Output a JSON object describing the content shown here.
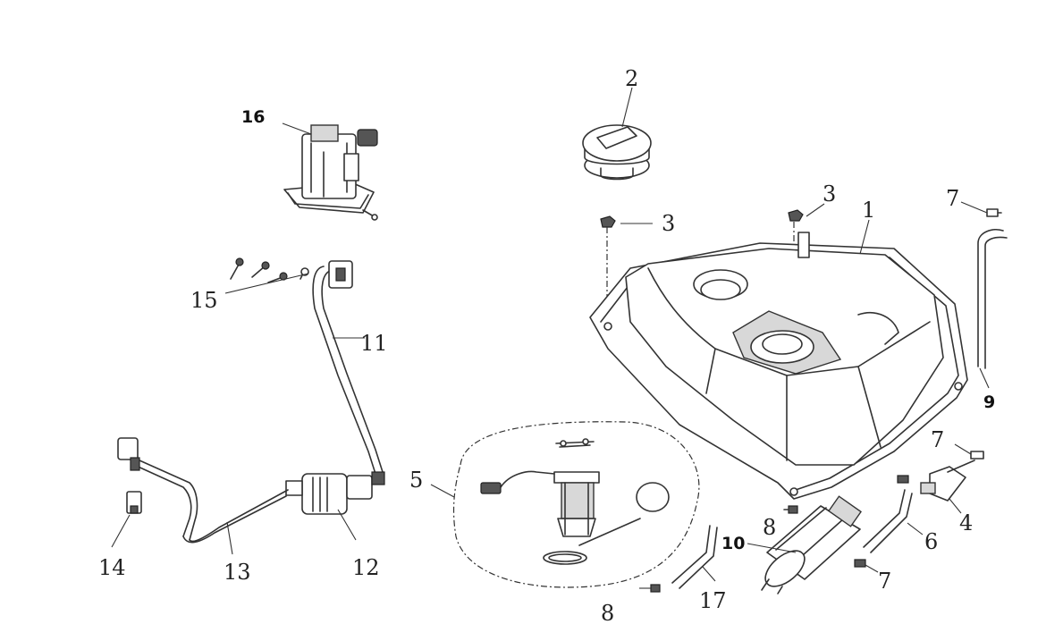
{
  "callouts": {
    "c1": "1",
    "c2": "2",
    "c3a": "3",
    "c3b": "3",
    "c4": "4",
    "c5": "5",
    "c6": "6",
    "c7a": "7",
    "c7b": "7",
    "c7c": "7",
    "c8a": "8",
    "c8b": "8",
    "c9": "9",
    "c10": "10",
    "c11": "11",
    "c12": "12",
    "c13": "13",
    "c14": "14",
    "c15": "15",
    "c16": "16",
    "c17": "17"
  }
}
